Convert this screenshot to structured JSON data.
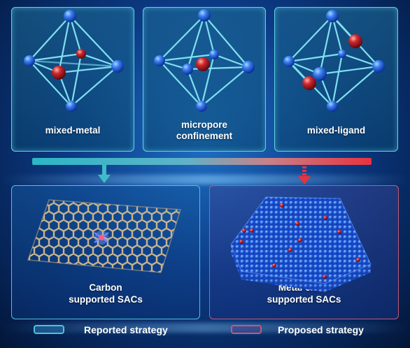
{
  "top_panels": [
    {
      "label": "mixed-metal"
    },
    {
      "label_line1": "micropore",
      "label_line2": "confinement"
    },
    {
      "label": "mixed-ligand"
    }
  ],
  "bottom_panels": {
    "left": {
      "line1": "Carbon",
      "line2": "supported SACs"
    },
    "right": {
      "line1": "Metal oxide",
      "line2": "supported SACs"
    }
  },
  "legend": {
    "reported": "Reported strategy",
    "proposed": "Proposed strategy"
  },
  "colors": {
    "reported": "#4cc4dc",
    "proposed": "#e04050",
    "node_blue": "#2e6fe0",
    "node_red": "#c2202a"
  }
}
